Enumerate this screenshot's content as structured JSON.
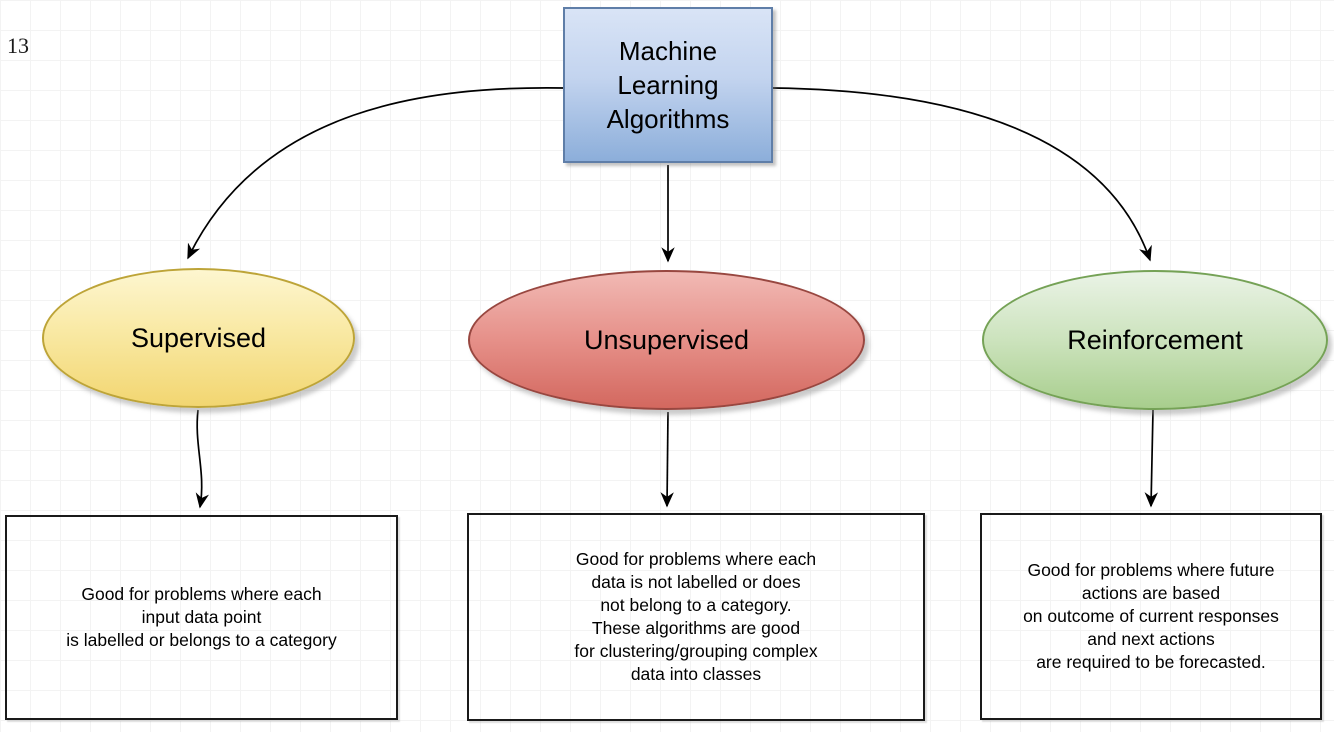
{
  "page_number": "13",
  "colors": {
    "root_fill_top": "#d9e4f6",
    "root_fill_bottom": "#8caeda",
    "root_border": "#5f7ea8",
    "supervised_fill_top": "#fdf6d0",
    "supervised_fill_bottom": "#f2d671",
    "supervised_border": "#bda438",
    "unsupervised_fill_top": "#f1b9b4",
    "unsupervised_fill_bottom": "#d3685f",
    "unsupervised_border": "#984740",
    "reinforcement_fill_top": "#eaf3e6",
    "reinforcement_fill_bottom": "#a8ce8d",
    "reinforcement_border": "#75a256",
    "description_box_border": "#1a1a1a",
    "arrow": "#000000",
    "grid_line": "#f3f3f3",
    "text": "#000000"
  },
  "diagram": {
    "root": {
      "label": "Machine\nLearning\nAlgorithms"
    },
    "branches": [
      {
        "label": "Supervised",
        "description": "Good for problems where each\ninput data point\nis labelled or belongs to a category"
      },
      {
        "label": "Unsupervised",
        "description": "Good for problems where each\ndata is not labelled or does\nnot belong to a category.\nThese algorithms are good\nfor clustering/grouping complex\ndata into classes"
      },
      {
        "label": "Reinforcement",
        "description": "Good for problems where future\nactions are based\non outcome of current responses\nand next actions\nare required to be forecasted."
      }
    ]
  }
}
